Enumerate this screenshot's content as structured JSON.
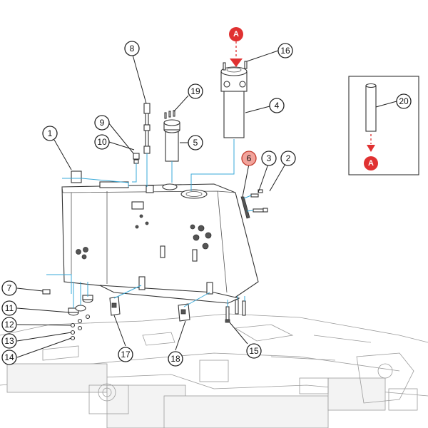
{
  "callouts": [
    {
      "label": "1",
      "highlight": false
    },
    {
      "label": "2",
      "highlight": false
    },
    {
      "label": "3",
      "highlight": false
    },
    {
      "label": "4",
      "highlight": false
    },
    {
      "label": "5",
      "highlight": false
    },
    {
      "label": "6",
      "highlight": true
    },
    {
      "label": "7",
      "highlight": false
    },
    {
      "label": "8",
      "highlight": false
    },
    {
      "label": "9",
      "highlight": false
    },
    {
      "label": "10",
      "highlight": false
    },
    {
      "label": "11",
      "highlight": false
    },
    {
      "label": "12",
      "highlight": false
    },
    {
      "label": "13",
      "highlight": false
    },
    {
      "label": "14",
      "highlight": false
    },
    {
      "label": "15",
      "highlight": false
    },
    {
      "label": "16",
      "highlight": false
    },
    {
      "label": "17",
      "highlight": false
    },
    {
      "label": "18",
      "highlight": false
    },
    {
      "label": "19",
      "highlight": false
    },
    {
      "label": "20",
      "highlight": false
    }
  ],
  "markers": {
    "top": "A",
    "detail": "A"
  },
  "colors": {
    "marker": "#e03131",
    "highlight_fill": "#f2a39b",
    "assembly_line": "#39a9d8"
  }
}
